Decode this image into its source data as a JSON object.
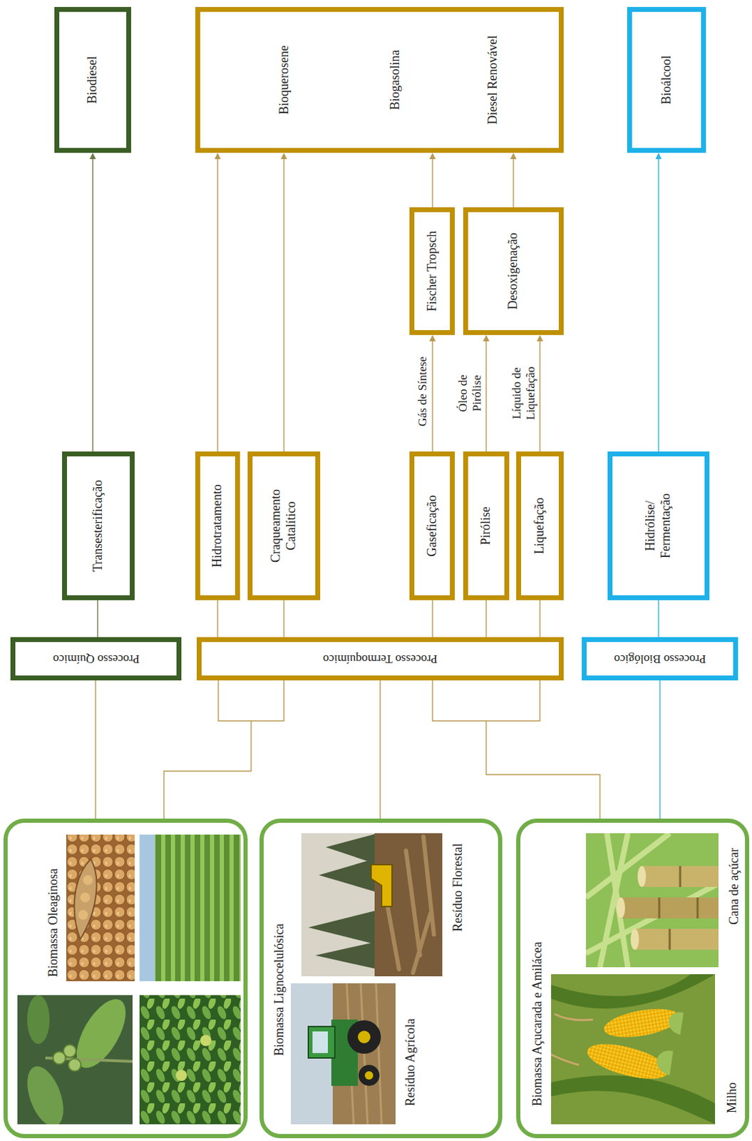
{
  "diagram": {
    "nodes": [
      {
        "text": [
          "Biomassa Oleaginosa"
        ]
      },
      {
        "text": [
          "Biomassa Lignocelulósica",
          "Resíduo Agrícola",
          "Resíduo Florestal"
        ]
      },
      {
        "text": [
          "Biomassa Açucarada e Amilácea",
          "Milho",
          "Cana de açúcar"
        ]
      },
      {
        "text": [
          "Processo Químico"
        ]
      },
      {
        "text": [
          "Processo Termoquímico"
        ]
      },
      {
        "text": [
          "Processo Biológico"
        ]
      },
      {
        "text": [
          "Transesterificação"
        ]
      },
      {
        "text": [
          "Hidrotratamento"
        ]
      },
      {
        "text": [
          "Craqueamento Catalítico"
        ]
      },
      {
        "text": [
          "Gaseficação"
        ]
      },
      {
        "text": [
          "Pirólise"
        ]
      },
      {
        "text": [
          "Liquefação"
        ]
      },
      {
        "text": [
          "Hidrólise/ Fermentação"
        ]
      },
      {
        "text": [
          "Fischer Tropsch"
        ]
      },
      {
        "text": [
          "Desoxigenação"
        ]
      },
      {
        "text": [
          "Biodiesel"
        ]
      },
      {
        "text": [
          "Bioquerosene",
          "Biogasolina",
          "Diesel Renovável"
        ]
      },
      {
        "text": [
          "Bioálcool"
        ]
      }
    ],
    "edges": [
      {
        "from": 0,
        "to": 3,
        "arrow": "none"
      },
      {
        "from": 0,
        "to": 4,
        "arrow": "none"
      },
      {
        "from": 1,
        "to": 4,
        "arrow": "none"
      },
      {
        "from": 2,
        "to": 4,
        "arrow": "none"
      },
      {
        "from": 2,
        "to": 5,
        "arrow": "none"
      },
      {
        "from": 3,
        "to": 6,
        "arrow": "none"
      },
      {
        "from": 4,
        "to": 7,
        "arrow": "none"
      },
      {
        "from": 4,
        "to": 8,
        "arrow": "none"
      },
      {
        "from": 4,
        "to": 9,
        "arrow": "none"
      },
      {
        "from": 4,
        "to": 10,
        "arrow": "none"
      },
      {
        "from": 4,
        "to": 11,
        "arrow": "none"
      },
      {
        "from": 5,
        "to": 12,
        "arrow": "none"
      },
      {
        "from": 6,
        "to": 15,
        "arrow": "to"
      },
      {
        "from": 7,
        "to": 16,
        "arrow": "to"
      },
      {
        "from": 8,
        "to": 16,
        "arrow": "to"
      },
      {
        "from": 9,
        "to": 13,
        "label": "Gás de Síntese",
        "arrow": "to"
      },
      {
        "from": 10,
        "to": 14,
        "label": "Óleo de Pirólise",
        "arrow": "to"
      },
      {
        "from": 11,
        "to": 14,
        "label": "Líquido de Liquefação",
        "arrow": "to"
      },
      {
        "from": 13,
        "to": 16,
        "arrow": "to"
      },
      {
        "from": 14,
        "to": 16,
        "arrow": "to"
      },
      {
        "from": 12,
        "to": 17,
        "arrow": "to"
      }
    ]
  }
}
